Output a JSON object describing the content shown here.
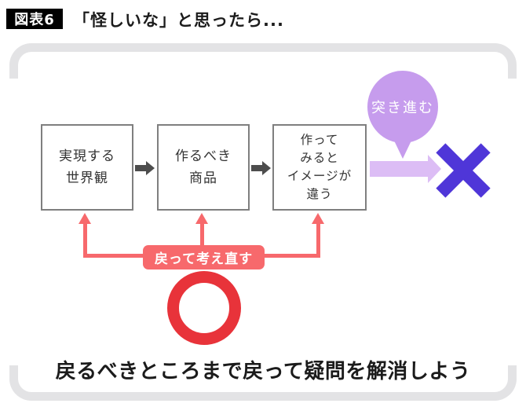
{
  "header": {
    "badge": "図表6",
    "title": "「怪しいな」と思ったら..."
  },
  "flow": {
    "boxes": [
      {
        "name": "worldview",
        "text": "実現する\n世界観"
      },
      {
        "name": "product",
        "text": "作るべき\n商品"
      },
      {
        "name": "image-mismatch",
        "text": "作って\nみると\nイメージが\n違う"
      }
    ]
  },
  "push_forward": {
    "bubble_label": "突き進む",
    "result_icon": "x-mark"
  },
  "go_back": {
    "label": "戻って考え直す",
    "result_icon": "o-mark"
  },
  "bottom_message": "戻るべきところまで戻って疑問を解消しよう",
  "colors": {
    "badge_bg": "#000000",
    "frame_gray": "#e3e3e5",
    "box_border_gray": "#7f7f7f",
    "flow_arrow_gray": "#4d4d4d",
    "bubble_purple": "#c69ced",
    "arrow_purple": "#dcbdf5",
    "cross_indigo": "#4f36d8",
    "back_red": "#f7696c",
    "circle_red": "#e8333a"
  }
}
